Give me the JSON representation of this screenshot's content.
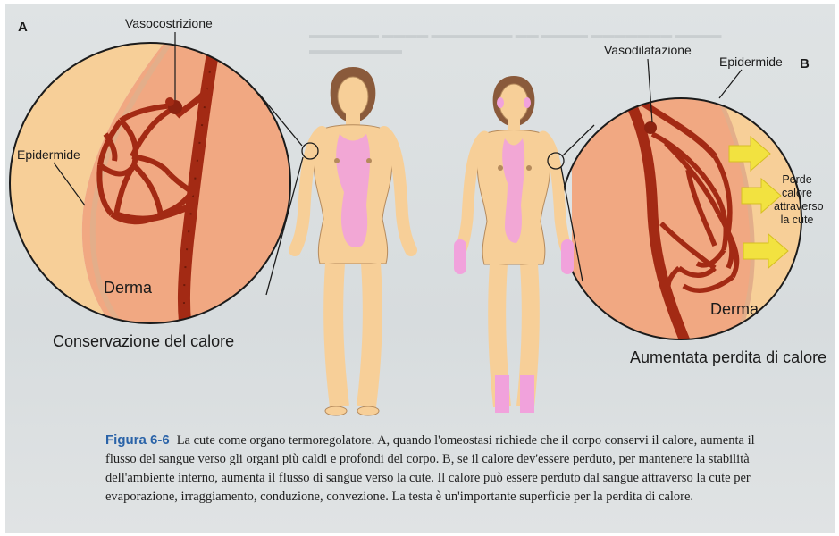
{
  "labels": {
    "panel_a_letter": "A",
    "panel_b_letter": "B",
    "vasocostrizione": "Vasocostrizione",
    "vasodilatazione": "Vasodilatazione",
    "epidermide_a": "Epidermide",
    "epidermide_b": "Epidermide",
    "derma_a": "Derma",
    "derma_b": "Derma",
    "perde_calore": "Perde calore attraverso la cute",
    "conservazione": "Conservazione del calore",
    "aumentata": "Aumentata perdita di calore"
  },
  "caption": {
    "figure_label": "Figura 6-6",
    "text": "La cute come organo termoregolatore. A, quando l'omeostasi richiede che il corpo conservi il calore, aumenta il flusso del sangue verso gli organi più caldi e profondi del corpo. B, se il calore dev'essere perduto, per mantenere la stabilità dell'ambiente interno, aumenta il flusso di sangue verso la cute. Il calore può essere perduto dal sangue attraverso la cute per evaporazione, irraggiamento, conduzione, convezione. La testa è un'importante superficie per la perdita di calore."
  },
  "colors": {
    "skin": "#f7cf98",
    "vessel": "#a32a14",
    "dermis": "#f1a882",
    "hot_zone": "#f1a2dc",
    "arrow": "#f2e240",
    "caption_title": "#2a63a8"
  }
}
